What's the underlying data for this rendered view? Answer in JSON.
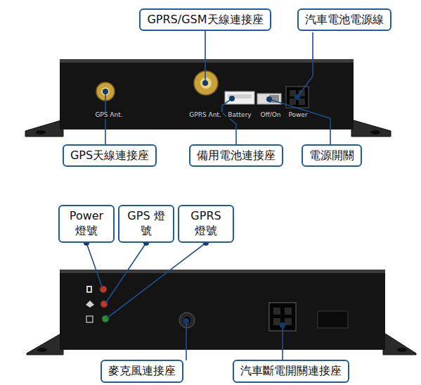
{
  "diagram": {
    "nodes": [
      {
        "text": [
          "GPRS/GSM天線連接座"
        ]
      },
      {
        "text": [
          "汽車電池電源線"
        ]
      },
      {
        "text": [
          "GPS天線連接座"
        ]
      },
      {
        "text": [
          "備用電池連接座"
        ]
      },
      {
        "text": [
          "電源開關"
        ]
      },
      {
        "text": [
          "Power 燈號"
        ]
      },
      {
        "text": [
          "GPS 燈號"
        ]
      },
      {
        "text": [
          "GPRS 燈號"
        ]
      },
      {
        "text": [
          "麥克風連接座"
        ]
      },
      {
        "text": [
          "汽車斷電開關連接座"
        ]
      }
    ],
    "labels": [
      "GPS Ant.",
      "GPRS Ant.",
      "Battery",
      "Off/On",
      "Power"
    ]
  }
}
